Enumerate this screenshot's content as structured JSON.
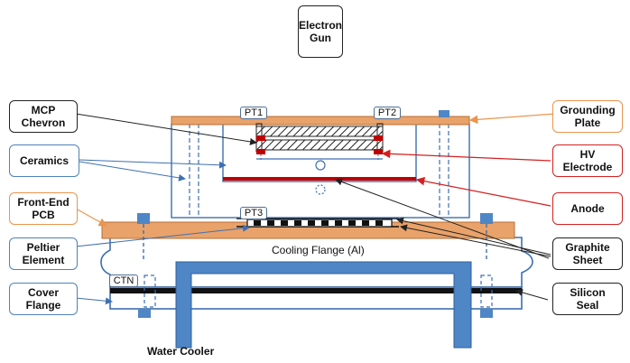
{
  "labels": {
    "electron_gun": "Electron\nGun",
    "mcp_chevron": "MCP\nChevron",
    "ceramics": "Ceramics",
    "front_end_pcb": "Front-End\nPCB",
    "peltier_element": "Peltier\nElement",
    "cover_flange": "Cover\nFlange",
    "grounding_plate": "Grounding\nPlate",
    "hv_electrode": "HV\nElectrode",
    "anode": "Anode",
    "graphite_sheet": "Graphite\nSheet",
    "silicon_seal": "Silicon\nSeal"
  },
  "tags": {
    "pt1": "PT1",
    "pt2": "PT2",
    "pt3": "PT3",
    "ctn": "CTN"
  },
  "texts": {
    "cooling_flange": "Cooling Flange (Al)",
    "water_cooler": "Water Cooler"
  },
  "colors": {
    "blue": "#4f81bd",
    "orange_fill": "#e9a26a",
    "orange_border": "#e9954d",
    "red": "#d42020",
    "black": "#111111"
  }
}
